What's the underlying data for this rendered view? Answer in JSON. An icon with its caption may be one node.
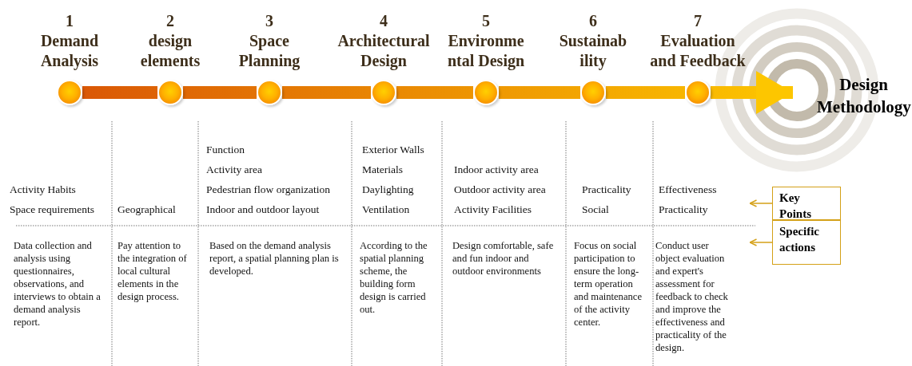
{
  "diagram": {
    "nodes": [
      {
        "text": [
          "1",
          "Demand Analysis"
        ]
      },
      {
        "text": [
          "2",
          "design elements"
        ]
      },
      {
        "text": [
          "3",
          "Space Planning"
        ]
      },
      {
        "text": [
          "4",
          "Architectural Design"
        ]
      },
      {
        "text": [
          "5",
          "Environme ntal Design"
        ]
      },
      {
        "text": [
          "6",
          "Sustainab ility"
        ]
      },
      {
        "text": [
          "7",
          "Evaluation and Feedback"
        ]
      },
      {
        "text": [
          "Design Methodology"
        ]
      },
      {
        "text": [
          "Key Points"
        ]
      },
      {
        "text": [
          "Specific actions"
        ]
      }
    ],
    "edges": [
      {
        "from": 0,
        "to": 1,
        "arrow": "none"
      },
      {
        "from": 1,
        "to": 2,
        "arrow": "none"
      },
      {
        "from": 2,
        "to": 3,
        "arrow": "none"
      },
      {
        "from": 3,
        "to": 4,
        "arrow": "none"
      },
      {
        "from": 4,
        "to": 5,
        "arrow": "none"
      },
      {
        "from": 5,
        "to": 6,
        "arrow": "none"
      },
      {
        "from": 6,
        "to": 7,
        "arrow": "to"
      },
      {
        "from": 8,
        "to": null,
        "arrow": "to"
      },
      {
        "from": 9,
        "to": null,
        "arrow": "to"
      }
    ],
    "labels": [
      "Activity Habits",
      "Space requirements",
      "Geographical",
      "Function",
      "Activity area",
      "Pedestrian flow organization",
      "Indoor and outdoor layout",
      "Exterior Walls",
      "Materials",
      "Daylighting",
      "Ventilation",
      "Indoor activity area",
      "Outdoor activity area",
      "Activity Facilities",
      "Practicality",
      "Social",
      "Effectiveness",
      "Practicality",
      "Data collection and analysis using questionnaires, observations, and interviews to obtain a demand analysis report.",
      "Pay attention to the integration of local cultural elements in the design process.",
      "Based on the demand analysis report, a spatial planning plan is developed.",
      "According to the spatial planning scheme, the building form design is carried out.",
      "Design comfortable, safe and fun indoor and outdoor environments",
      "Focus on social participation to ensure the long-term operation and maintenance of the activity center.",
      "Conduct user object evaluation and expert's assessment for feedback to check and improve the effectiveness and practicality of the design."
    ]
  }
}
